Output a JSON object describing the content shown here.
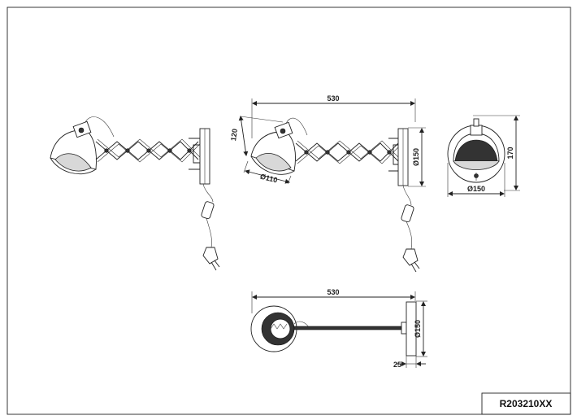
{
  "title_block": {
    "code": "R203210XX"
  },
  "dimensions": {
    "side_width": "530",
    "side_height": "120",
    "shade_diameter": "Ø110",
    "side_plate": "Ø150",
    "front_height": "170",
    "front_width": "Ø150",
    "top_width": "530",
    "top_plate": "Ø150",
    "top_depth": "25"
  },
  "colors": {
    "line": "#222222",
    "shade_inner": "#d8d8d8"
  }
}
